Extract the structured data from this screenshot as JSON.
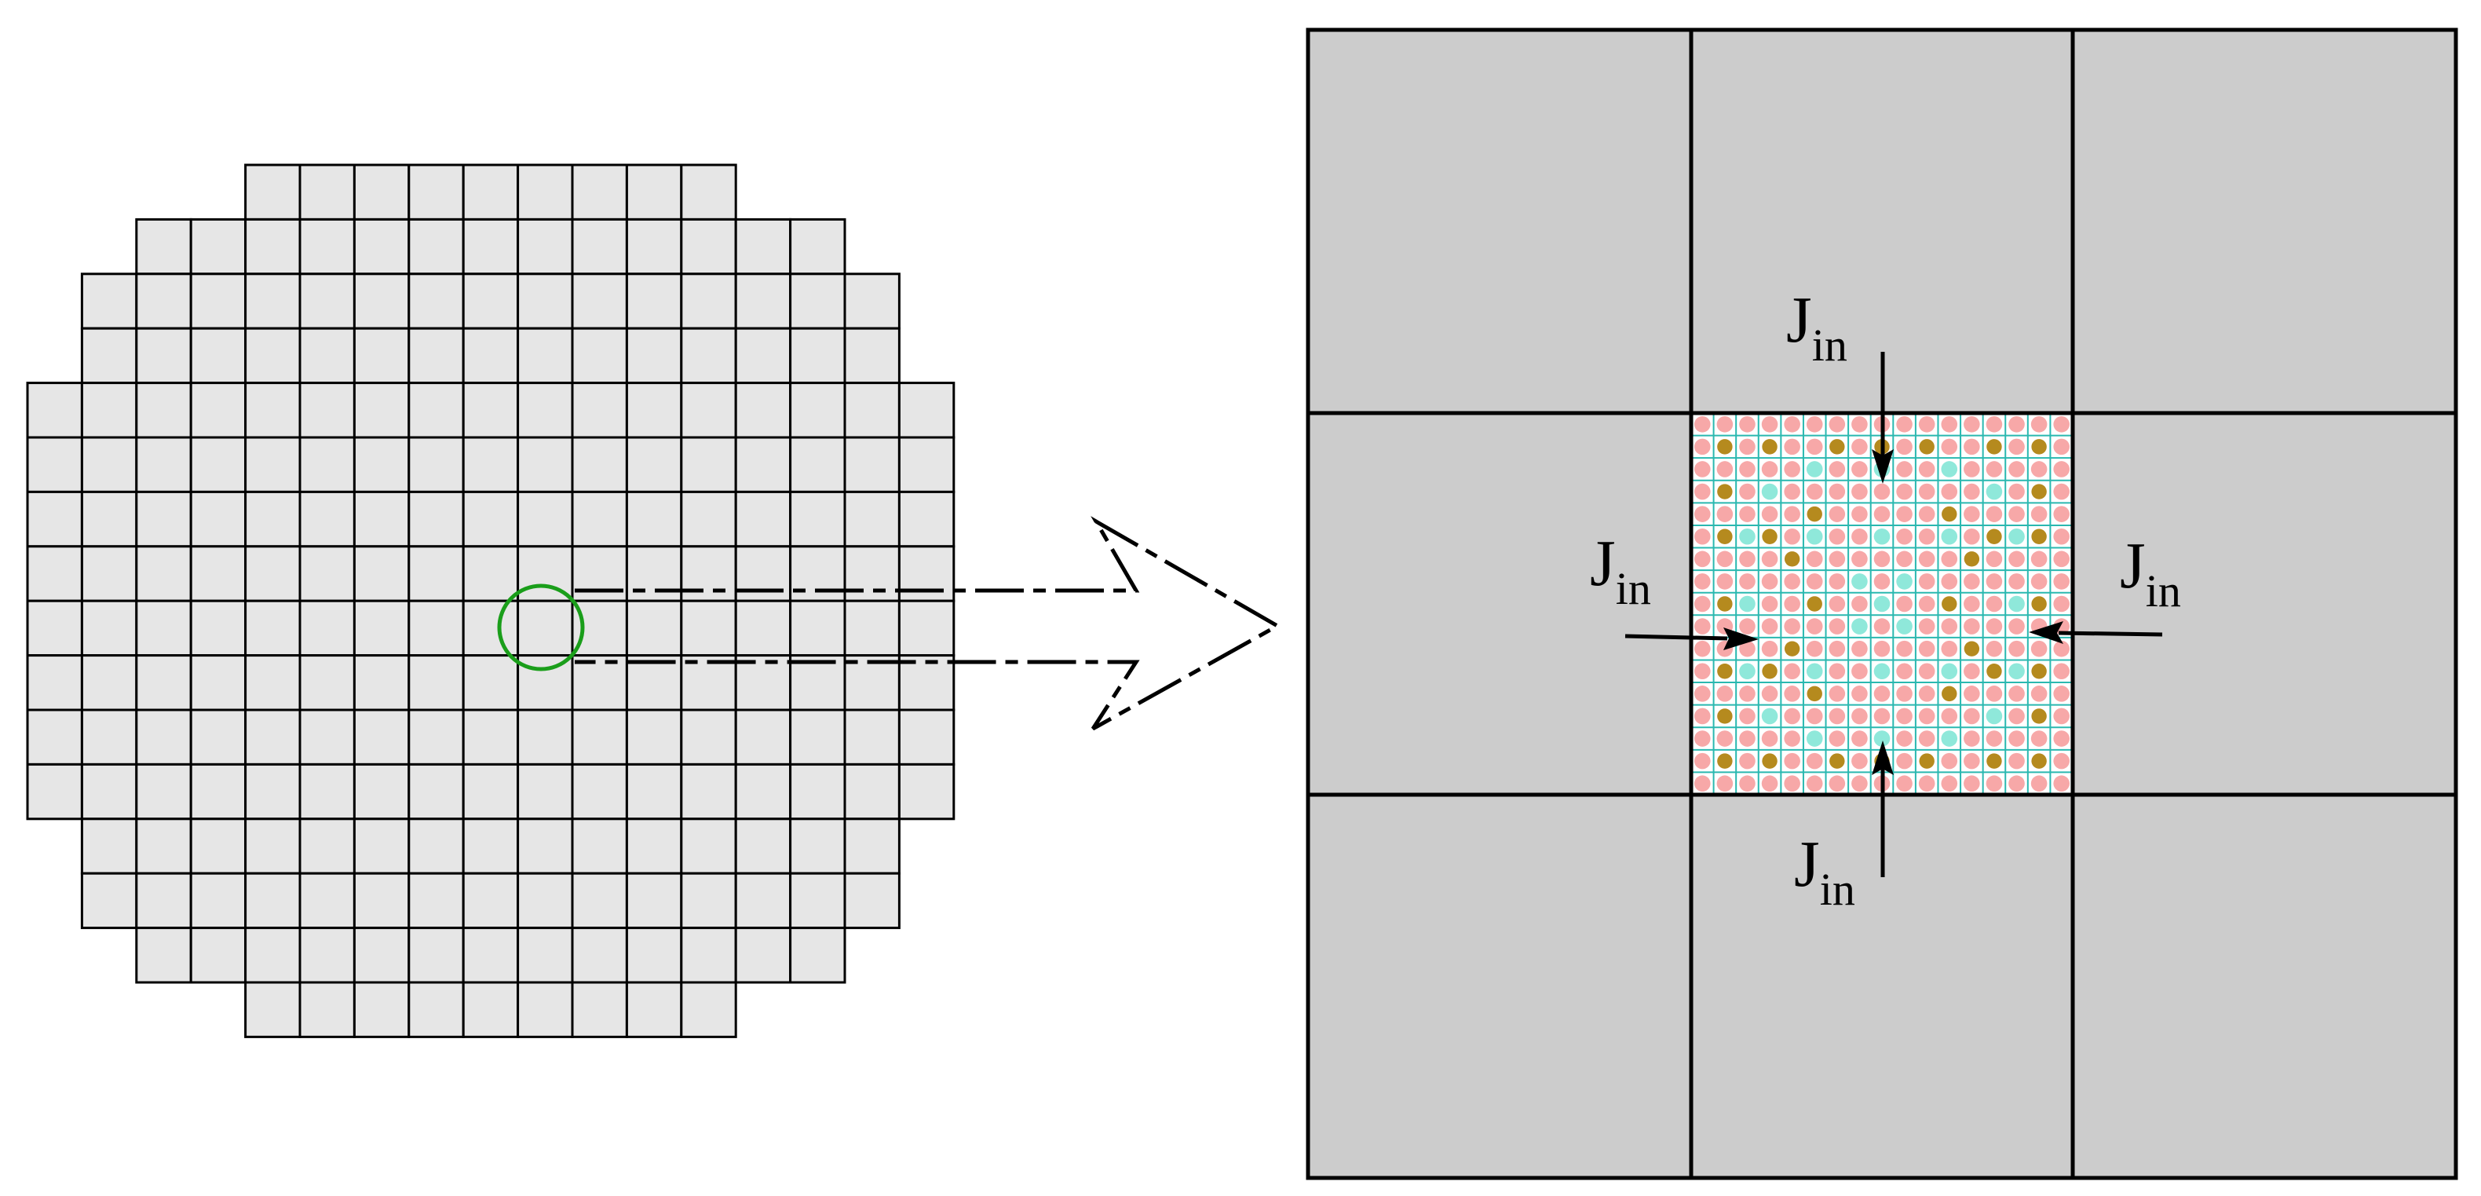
{
  "labels": {
    "top": "J",
    "left": "J",
    "right": "J",
    "bottom": "J",
    "subscript": "in"
  },
  "core_map": {
    "row_widths": [
      9,
      13,
      15,
      15,
      17,
      17,
      17,
      17,
      17,
      17,
      17,
      17,
      15,
      15,
      13,
      9
    ]
  },
  "colors": {
    "assembly_fill": "#e6e6e6",
    "grid_line": "#000000",
    "highlight_circle": "#1a9e1a",
    "outer_assembly_fill": "#cccccc",
    "fuel_pin": "#f7a8a8",
    "guide_tube": "#8fe8da",
    "burnable_absorber": "#b58a1e",
    "lattice_line": "#2ab8b0",
    "background": "#ffffff"
  }
}
